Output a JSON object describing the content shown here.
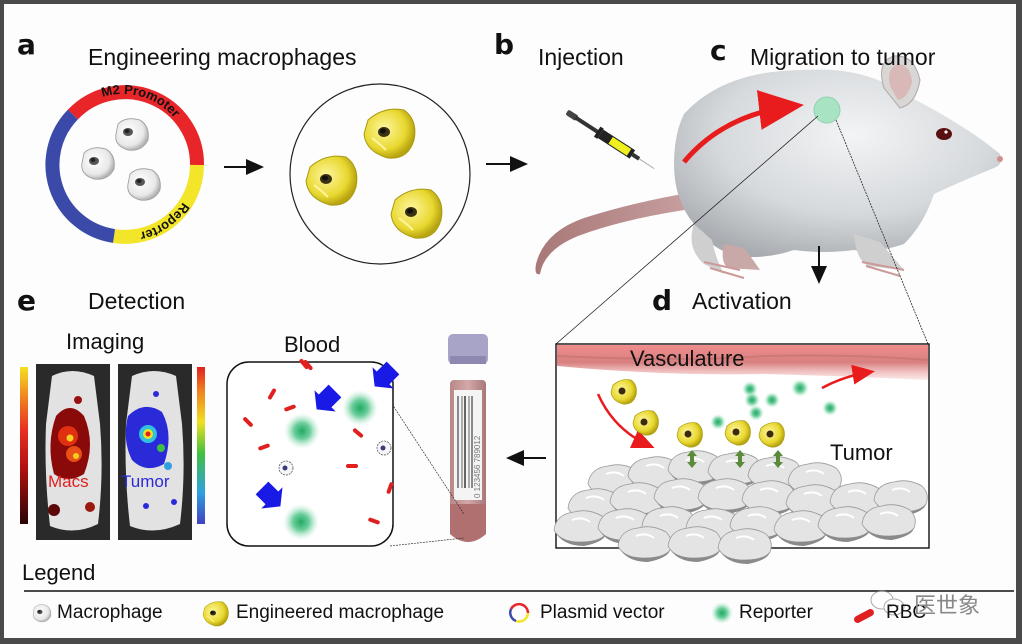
{
  "panels": {
    "a": {
      "letter": "a",
      "title": "Engineering macrophages",
      "ring_labels": {
        "promoter": "M2 Promoter",
        "reporter": "Reporter"
      }
    },
    "b": {
      "letter": "b",
      "title": "Injection"
    },
    "c": {
      "letter": "c",
      "title": "Migration to tumor"
    },
    "d": {
      "letter": "d",
      "title": "Activation",
      "labels": {
        "vasculature": "Vasculature",
        "tumor": "Tumor"
      }
    },
    "e": {
      "letter": "e",
      "title": "Detection",
      "imaging": {
        "title": "Imaging",
        "left_label": "Macs",
        "right_label": "Tumor"
      },
      "blood": {
        "title": "Blood"
      },
      "tube_barcode": "0 123456 789012"
    }
  },
  "legend": {
    "title": "Legend",
    "items": [
      {
        "icon": "macrophage-icon",
        "label": "Macrophage"
      },
      {
        "icon": "engineered-macrophage-icon",
        "label": "Engineered macrophage"
      },
      {
        "icon": "plasmid-vector-icon",
        "label": "Plasmid vector"
      },
      {
        "icon": "reporter-icon",
        "label": "Reporter"
      },
      {
        "icon": "rbc-icon",
        "label": "RBC"
      }
    ]
  },
  "watermark": "医世象",
  "colors": {
    "promoter_red": "#e8262a",
    "reporter_yellow": "#f2e52a",
    "backbone_blue": "#3b4aa8",
    "engineered_yellow": "#ecdf40",
    "reporter_green": "#3cbf7a",
    "arrow_blue": "#1a1ae6",
    "rbc_red": "#e01818",
    "frame": "#4a4a4a"
  }
}
